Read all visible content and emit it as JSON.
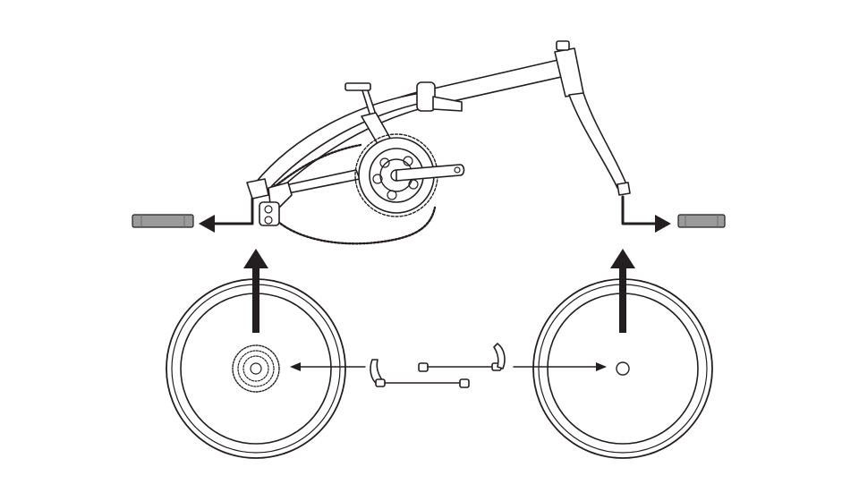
{
  "diagram": {
    "kind": "exploded-assembly",
    "parts": [
      "frame",
      "crankset",
      "chain",
      "rear-derailleur",
      "rear-wheel",
      "cassette",
      "front-wheel",
      "rear-quick-release-skewer",
      "front-quick-release-skewer",
      "rear-dropout-cap",
      "front-dropout-cap"
    ],
    "arrows": [
      {
        "from": "rear-wheel",
        "to": "frame-rear-dropout"
      },
      {
        "from": "front-wheel",
        "to": "fork-dropout"
      },
      {
        "from": "frame-rear-dropout",
        "to": "rear-dropout-cap"
      },
      {
        "from": "fork-dropout",
        "to": "front-dropout-cap"
      },
      {
        "from": "rear-quick-release-skewer",
        "to": "rear-wheel-hub"
      },
      {
        "from": "front-quick-release-skewer",
        "to": "front-wheel-hub"
      }
    ],
    "colors": {
      "line": "#231f20",
      "grip": "#9a9a9a",
      "background": "#ffffff"
    }
  }
}
